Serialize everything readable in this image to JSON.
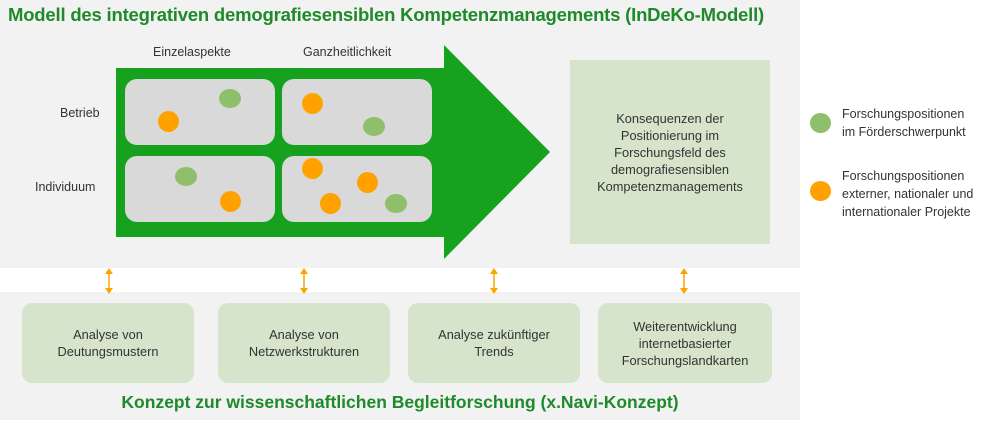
{
  "title": "Modell des integrativen demografiesensiblen Kompetenzmanagements (InDeKo-Modell)",
  "columns": [
    "Einzelaspekte",
    "Ganzheitlichkeit"
  ],
  "rows": [
    "Betrieb",
    "Individuum"
  ],
  "consequence": {
    "lines": [
      "Konsequenzen der",
      "Positionierung im",
      "Forschungsfeld des",
      "demografiesensiblen",
      "Kompetenzmanagements"
    ]
  },
  "legend": [
    {
      "color": "#8fbf6a",
      "icon": "green-circle",
      "lines": [
        "Forschungspositionen",
        "im Förderschwerpunkt"
      ]
    },
    {
      "color": "#ffa200",
      "icon": "orange-circle",
      "lines": [
        "Forschungspositionen",
        "externer, nationaler und",
        "internationaler Projekte"
      ]
    }
  ],
  "methods": [
    {
      "lines": [
        "Analyse von",
        "Deutungsmustern"
      ]
    },
    {
      "lines": [
        "Analyse von",
        "Netzwerkstrukturen"
      ]
    },
    {
      "lines": [
        "Analyse zukünftiger",
        "Trends"
      ]
    },
    {
      "lines": [
        "Weiterentwicklung",
        "internetbasierter",
        "Forschungslandkarten"
      ]
    }
  ],
  "bottom_title": "Konzept zur wissenschaftlichen Begleitforschung (x.Navi-Konzept)",
  "colors": {
    "title_green": "#1e8a2a",
    "arrow_green": "#16a11f",
    "box_green": "#d6e4cc",
    "connector_orange": "#ffa200"
  }
}
